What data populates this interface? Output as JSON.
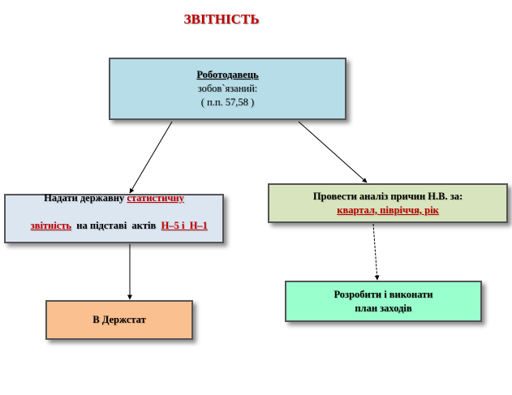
{
  "title": "ЗВІТНІСТЬ",
  "employer": {
    "line1": "Роботодавець",
    "line2": "зобов`язаний:",
    "line3": "( п.п. 57,58 )"
  },
  "state_report": {
    "text_a": "Надати державну ",
    "text_b_red": "статистичну",
    "text_c_red": "звітність",
    "text_d": "  на підставі  актів  ",
    "text_e_red": "Н–5 і  Н–1"
  },
  "analysis": {
    "line1": "Провести аналіз причин Н.В. за:",
    "line2_red": "квартал, півріччя, рік"
  },
  "derzhstat": {
    "label": "В Держстат"
  },
  "plan": {
    "line1": "Розробити і виконати",
    "line2": "план заходів"
  },
  "colors": {
    "title": "#c00000",
    "employer_fill": "#b7dde8",
    "state_report_fill": "#dce6f1",
    "analysis_fill": "#d7e4bd",
    "derzhstat_fill": "#fac090",
    "plan_fill": "#99ffcc",
    "highlight_text": "#c00000"
  }
}
